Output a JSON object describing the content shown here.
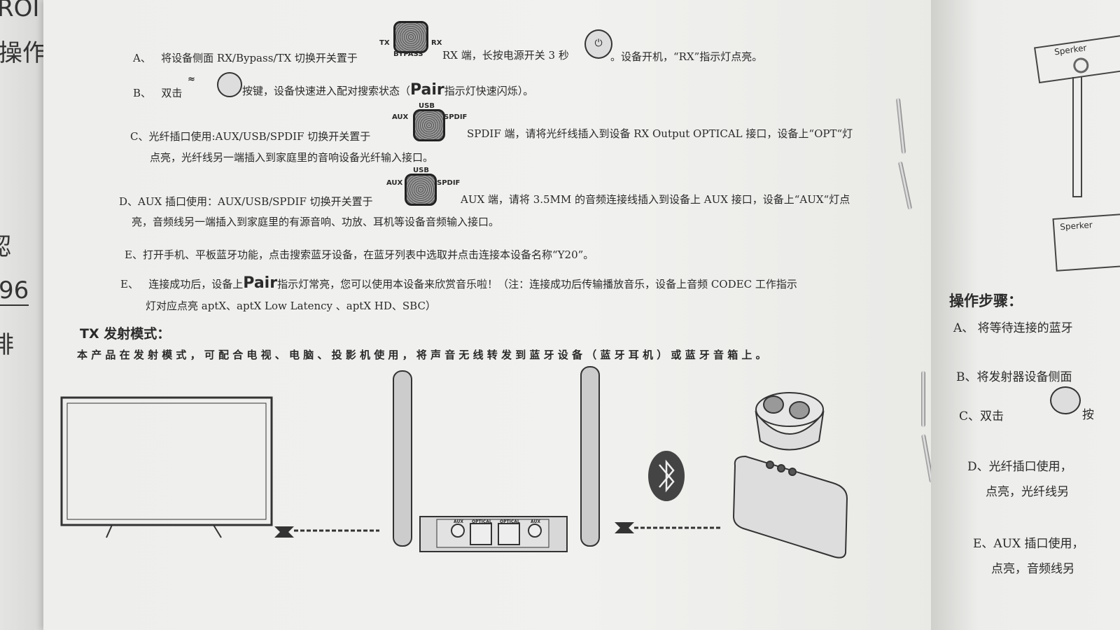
{
  "left_page_fragments": [
    "ROI",
    "操作",
    "認",
    "96",
    "排"
  ],
  "steps": {
    "a": {
      "prefix": "A、",
      "text1": "将设备侧面 RX/Bypass/TX 切换开关置于",
      "text2": "RX 端，长按电源开关 3 秒",
      "text3": "。设备开机，“RX”指示灯点亮。"
    },
    "b": {
      "prefix": "B、",
      "text1": "双击",
      "text2": "按键，设备快速进入配对搜索状态（",
      "pair": "Pair",
      "text3": "指示灯快速闪烁）。"
    },
    "c": {
      "line1a": "C、光纤插口使用:AUX/USB/SPDIF 切换开关置于",
      "line1b": "SPDIF 端，请将光纤线插入到设备 RX Output OPTICAL 接口，设备上“OPT“灯",
      "line2": "点亮，光纤线另一端插入到家庭里的音响设备光纤输入接口。"
    },
    "d": {
      "line1a": "D、AUX 插口使用：AUX/USB/SPDIF 切换开关置于",
      "line1b": "AUX 端，请将 3.5MM 的音频连接线插入到设备上 AUX 接口，设备上“AUX“灯点",
      "line2": "亮，音频线另一端插入到家庭里的有源音响、功放、耳机等设备音频输入接口。"
    },
    "e": {
      "text": "E、打开手机、平板蓝牙功能，点击搜索蓝牙设备，在蓝牙列表中选取并点击连接本设备名称“Y20”。"
    },
    "f": {
      "prefix": "E、",
      "text1": "连接成功后，设备上",
      "pair": "Pair",
      "text2": "指示灯常亮，您可以使用本设备来欣赏音乐啦！（注：连接成功后传输播放音乐，设备上音频 CODEC 工作指示",
      "line2": "灯对应点亮 aptX、aptX Low Latency 、aptX HD、SBC）"
    }
  },
  "switch_labels": {
    "tx": "TX",
    "rx": "RX",
    "bypass": "BYPASS",
    "usb": "USB",
    "aux": "AUX",
    "spdif": "SPDIF"
  },
  "tx_section": {
    "heading": "TX 发射模式：",
    "body": "本产品在发射模式，可配合电视、电脑、投影机使用，将声音无线转发到蓝牙设备（蓝牙耳机）或蓝牙音箱上。"
  },
  "device_ports": [
    "AUX",
    "OPTICAL",
    "OPTICAL",
    "AUX"
  ],
  "right_page": {
    "speaker1": "Sperker",
    "speaker2": "Sperker",
    "heading": "操作步骤：",
    "items": [
      "A、 将等待连接的蓝牙",
      "B、将发射器设备侧面",
      "C、双击",
      "D、光纤插口使用，",
      "点亮，光纤线另",
      "E、AUX 插口使用，",
      "点亮，音频线另"
    ],
    "c_suffix": "按"
  }
}
